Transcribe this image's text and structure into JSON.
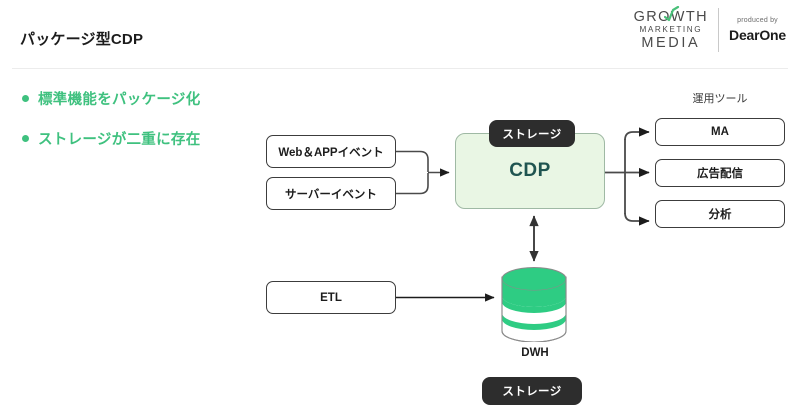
{
  "page": {
    "title": "パッケージ型CDP",
    "background": "#ffffff",
    "accent_green": "#3fc17f",
    "cdp_fill": "#e9f6e4",
    "cdp_text_color": "#1f5450",
    "badge_bg": "#2d2d2d"
  },
  "logo": {
    "line1": "GROWTH",
    "line2": "MARKETING",
    "line3": "MEDIA",
    "check_icon": "growth-check-icon",
    "produced_by": "produced by",
    "brand": "DearOne"
  },
  "bullets": [
    {
      "label": "標準機能をパッケージ化"
    },
    {
      "label": "ストレージが二重に存在"
    }
  ],
  "diagram": {
    "sources": [
      {
        "label": "Web＆APPイベント"
      },
      {
        "label": "サーバーイベント"
      }
    ],
    "etl": {
      "label": "ETL"
    },
    "cdp": {
      "label": "CDP",
      "badge": "ストレージ"
    },
    "dwh": {
      "label": "DWH",
      "badge": "ストレージ",
      "icon": "database-cylinder-icon"
    },
    "tools_group_label": "運用ツール",
    "tools": [
      {
        "label": "MA"
      },
      {
        "label": "広告配信"
      },
      {
        "label": "分析"
      }
    ]
  }
}
